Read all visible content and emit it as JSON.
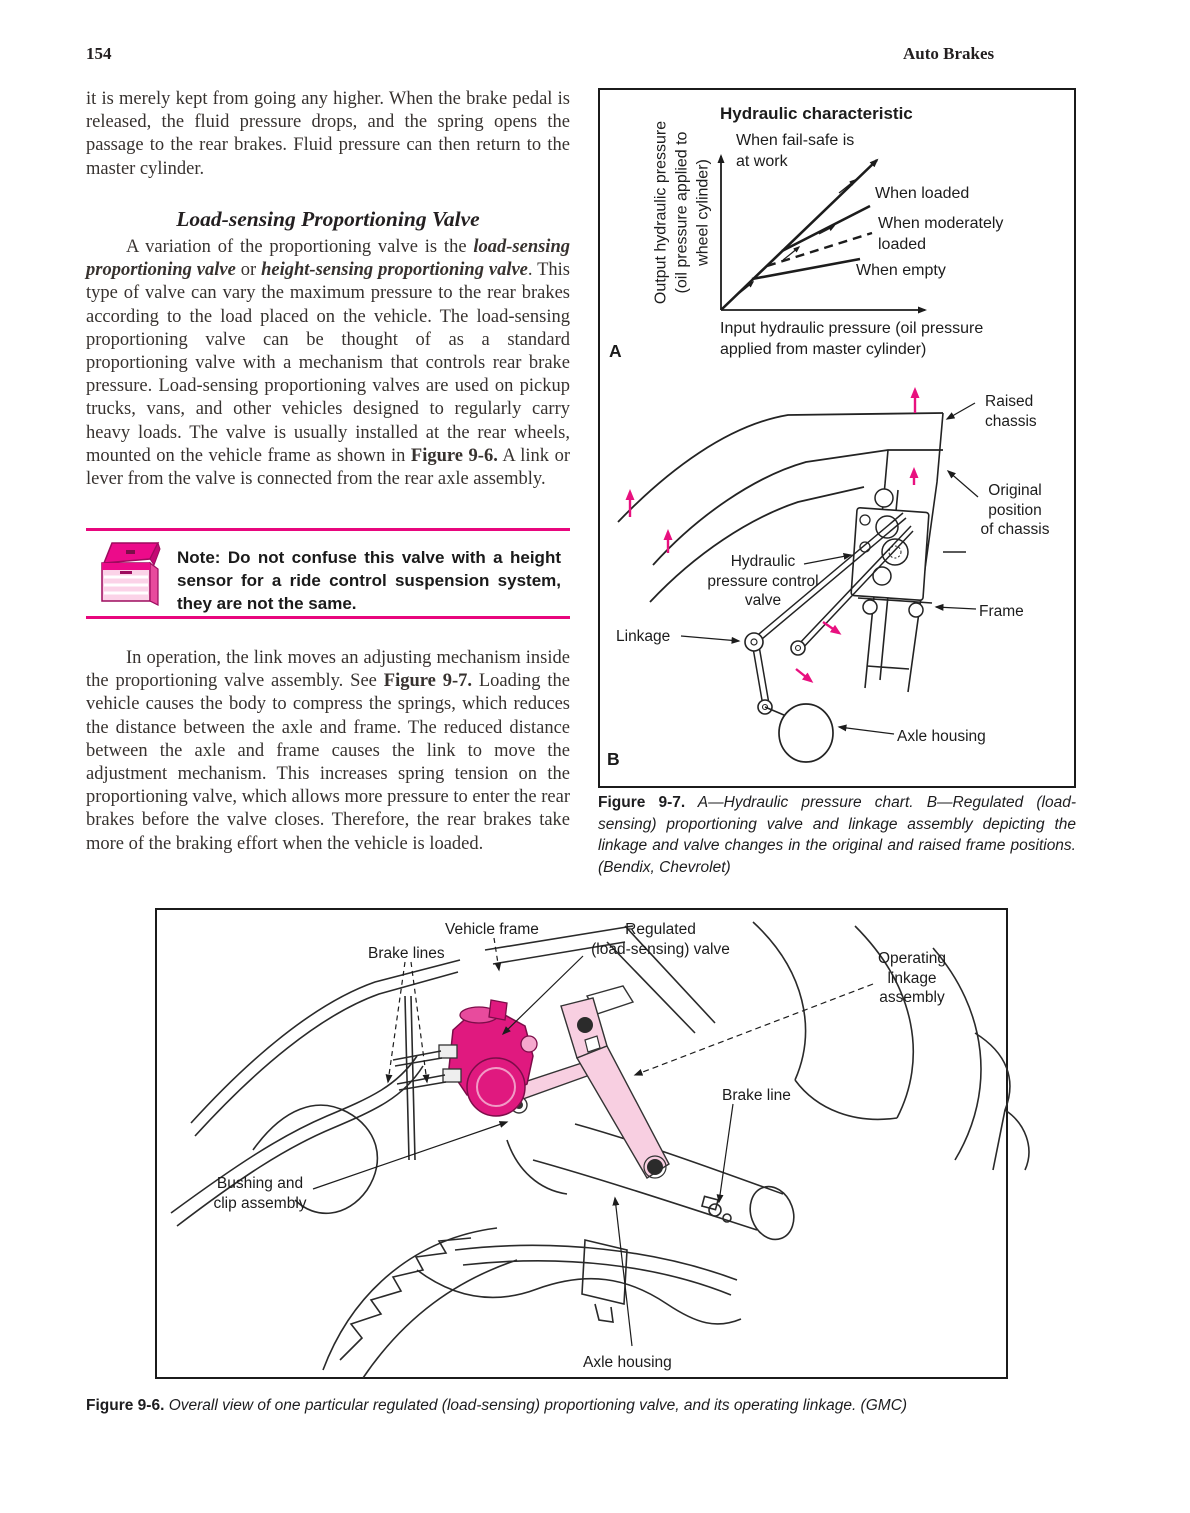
{
  "colors": {
    "magenta_rule": "#e8067d",
    "valve_magenta": "#e0197f",
    "light_pink": "#f8cfe1",
    "ink": "#231f20"
  },
  "header": {
    "page_number": "154",
    "title": "Auto Brakes"
  },
  "article": {
    "para1": "it is merely kept from going any higher. When the brake pedal is released, the fluid pressure drops, and the spring opens the passage to the rear brakes. Fluid pressure can then return to the master cylinder.",
    "heading": "Load-sensing Proportioning Valve",
    "para2": {
      "t1": "A variation of the proportioning valve is the ",
      "b1": "load-sensing proportioning valve",
      "t2": " or ",
      "b2": "height-sensing proportioning valve",
      "t3": ". This type of valve can vary the maximum pressure to the rear brakes according to the load placed on the vehicle. The load-sensing proportioning valve can be thought of as a standard proportioning valve with a mechanism that controls rear brake pressure. Load-sensing proportioning valves are used on pickup trucks, vans, and other vehicles designed to regularly carry heavy loads. The valve is usually installed at the rear wheels, mounted on the vehicle frame as shown in ",
      "b3": "Figure 9-6.",
      "t4": " A link or lever from the valve is connected from the rear axle assembly."
    },
    "note": "Note: Do not confuse this valve with a height sensor for a ride control suspension system, they are not the same.",
    "para3": {
      "t1": "In operation, the link moves an adjusting mechanism inside the proportioning valve assembly. See ",
      "b1": "Figure 9-7.",
      "t2": " Loading the vehicle causes the body to compress the springs, which reduces the distance between the axle and frame. The reduced distance between the axle and frame causes the link to move the adjustment mechanism. This increases spring tension on the proportioning valve, which allows more pressure to enter the rear brakes before the valve closes. Therefore, the rear brakes take more of the braking effort when the vehicle is loaded."
    }
  },
  "figure97": {
    "panel_a": "A",
    "panel_b": "B",
    "chart": {
      "title": "Hydraulic characteristic",
      "ylabel_lines": [
        "Output hydraulic pressure",
        "(oil pressure applied to",
        "wheel cylinder)"
      ],
      "xlabel_lines": [
        "Input hydraulic pressure (oil pressure",
        "applied from master cylinder)"
      ],
      "failsafe_lines": [
        "When fail-safe is",
        "at work"
      ],
      "loaded": "When loaded",
      "moderate_lines": [
        "When moderately",
        "loaded"
      ],
      "empty": "When empty"
    },
    "labels": {
      "raised": [
        "Raised",
        "chassis"
      ],
      "original": [
        "Original",
        "position",
        "of chassis"
      ],
      "valve": [
        "Hydraulic",
        "pressure control",
        "valve"
      ],
      "frame": "Frame",
      "linkage": "Linkage",
      "axle": "Axle housing"
    },
    "caption_lead": "Figure 9-7.",
    "caption_body": " A—Hydraulic pressure chart. B—Regulated (load-sensing) proportioning valve and linkage assembly depicting the linkage and valve changes in the original and raised frame positions. (Bendix, Chevrolet)"
  },
  "figure96": {
    "labels": {
      "vehicle_frame": "Vehicle frame",
      "brake_lines": "Brake lines",
      "regulated": [
        "Regulated",
        "(load-sensing) valve"
      ],
      "operating": [
        "Operating",
        "linkage",
        "assembly"
      ],
      "brake_line": "Brake line",
      "bushing": [
        "Bushing and",
        "clip assembly"
      ],
      "axle": "Axle housing"
    },
    "caption_lead": "Figure 9-6.",
    "caption_body": " Overall view of one particular regulated (load-sensing) proportioning valve, and its operating linkage. (GMC)"
  },
  "chart_data": {
    "type": "line",
    "title": "Hydraulic characteristic",
    "xlabel": "Input hydraulic pressure (oil pressure applied from master cylinder)",
    "ylabel": "Output hydraulic pressure (oil pressure applied to wheel cylinder)",
    "axes_quantitative": false,
    "grid": false,
    "legend_position": "inline-right",
    "series": [
      {
        "name": "When fail-safe is at work",
        "style": "solid",
        "x": [
          0,
          100
        ],
        "y": [
          0,
          100
        ]
      },
      {
        "name": "When loaded",
        "style": "solid",
        "x": [
          0,
          38,
          95
        ],
        "y": [
          0,
          38,
          68
        ]
      },
      {
        "name": "When moderately loaded",
        "style": "dashed",
        "x": [
          0,
          29,
          96
        ],
        "y": [
          0,
          29,
          51
        ]
      },
      {
        "name": "When empty",
        "style": "solid",
        "x": [
          0,
          20,
          88
        ],
        "y": [
          0,
          20,
          33
        ]
      }
    ]
  }
}
